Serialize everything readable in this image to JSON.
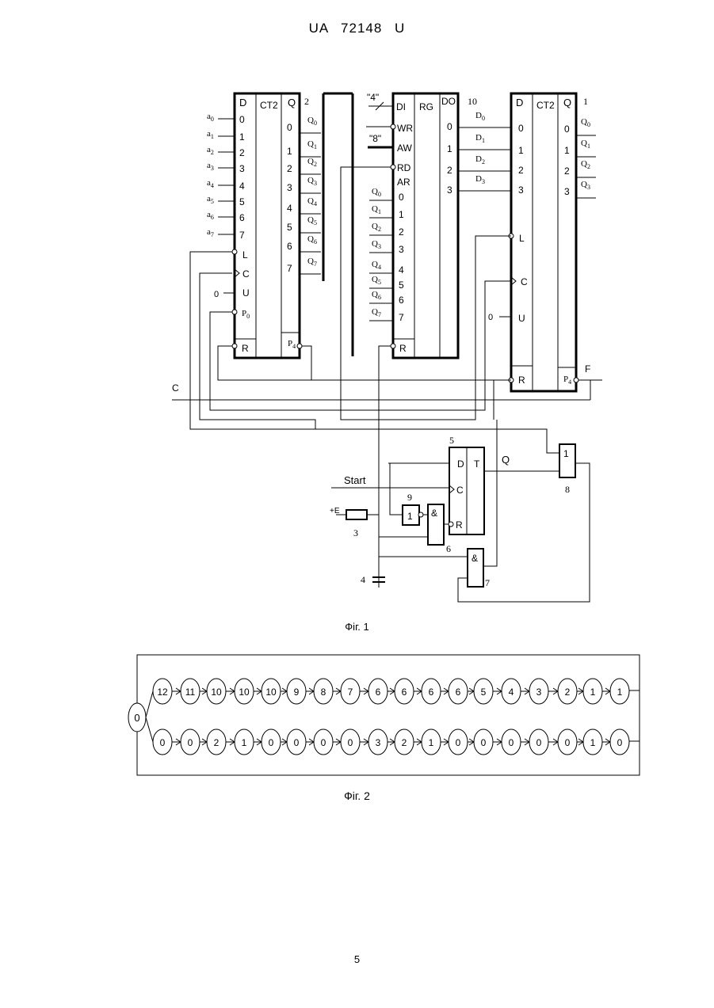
{
  "header": "UA 72148 U",
  "page_number": "5",
  "fig1": {
    "caption": "Фіг. 1",
    "c1": {
      "number": "2",
      "d": "D",
      "type": "CT2",
      "q": "Q",
      "in_labels": [
        "0",
        "1",
        "2",
        "3",
        "4",
        "5",
        "6",
        "7",
        "L",
        "C",
        "U",
        "P0",
        "R"
      ],
      "out_labels": [
        "0",
        "1",
        "2",
        "3",
        "4",
        "5",
        "6",
        "7"
      ],
      "carry": "P4",
      "inputs": [
        "a0",
        "a1",
        "a2",
        "a3",
        "a4",
        "a5",
        "a6",
        "a7"
      ],
      "outputs": [
        "Q0",
        "Q1",
        "Q2",
        "Q3",
        "Q4",
        "Q5",
        "Q6",
        "Q7"
      ],
      "u_value": "0"
    },
    "rg": {
      "number": "10",
      "di": "DI",
      "type": "RG",
      "do": "DO",
      "in_labels": [
        "WR",
        "AW",
        "RD",
        "AR",
        "0",
        "1",
        "2",
        "3",
        "4",
        "5",
        "6",
        "7",
        "R"
      ],
      "out_labels": [
        "0",
        "1",
        "2",
        "3"
      ],
      "bus4": "\"4\"",
      "bus8": "\"8\"",
      "addr_inputs": [
        "Q0",
        "Q1",
        "Q2",
        "Q3",
        "Q4",
        "Q5",
        "Q6",
        "Q7"
      ],
      "outputs": [
        "D0",
        "D1",
        "D2",
        "D3"
      ]
    },
    "c2": {
      "number": "1",
      "d": "D",
      "type": "CT2",
      "q": "Q",
      "in_labels": [
        "0",
        "1",
        "2",
        "3",
        "L",
        "C",
        "U",
        "R"
      ],
      "out_labels": [
        "0",
        "1",
        "2",
        "3"
      ],
      "carry": "P4",
      "outputs": [
        "Q0",
        "Q1",
        "Q2",
        "Q3"
      ],
      "u_value": "0",
      "f_label": "F"
    },
    "c_label": "C",
    "trigger": {
      "number": "5",
      "d": "D",
      "c": "C",
      "r": "R",
      "type": "T",
      "q": "Q"
    },
    "start_label": "Start",
    "e_label": "+E",
    "resistor_number": "3",
    "capacitor_number": "4",
    "gate6": {
      "number": "6",
      "symbol": "&"
    },
    "gate7": {
      "number": "7",
      "symbol": "&"
    },
    "gate8": {
      "number": "8",
      "symbol": "1"
    },
    "gate9": {
      "number": "9",
      "symbol": "1"
    }
  },
  "fig2": {
    "caption": "Фіг. 2",
    "start_node": "0",
    "top_row": [
      "12",
      "11",
      "10",
      "10",
      "10",
      "9",
      "8",
      "7",
      "6",
      "6",
      "6",
      "6",
      "5",
      "4",
      "3",
      "2",
      "1",
      "1"
    ],
    "bottom_row": [
      "0",
      "0",
      "2",
      "1",
      "0",
      "0",
      "0",
      "0",
      "3",
      "2",
      "1",
      "0",
      "0",
      "0",
      "0",
      "0",
      "1",
      "0"
    ]
  }
}
